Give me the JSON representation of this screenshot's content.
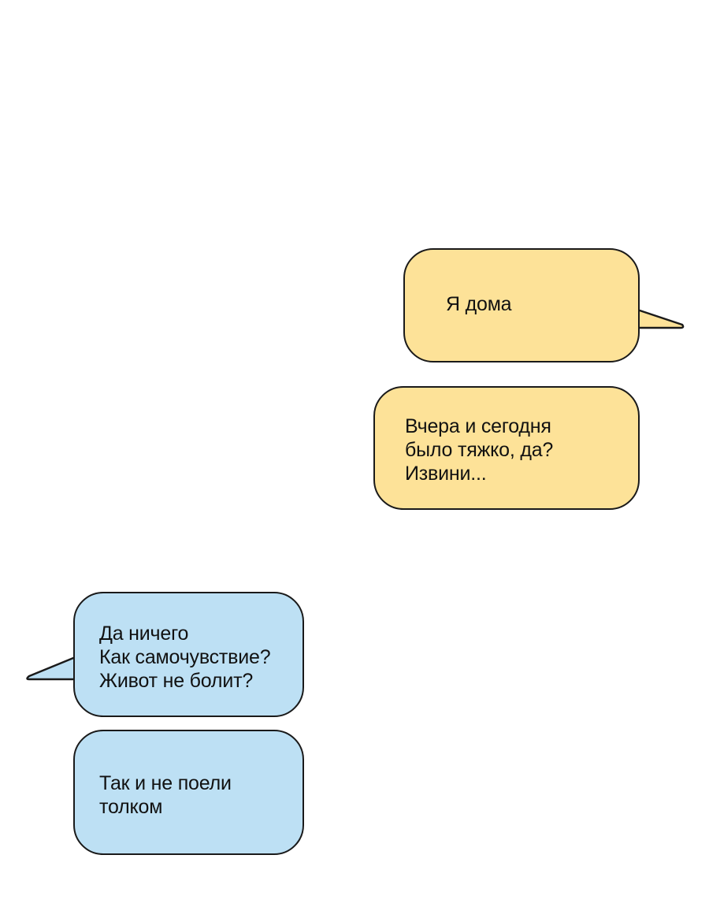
{
  "colors": {
    "outgoing_bubble": "#fde298",
    "incoming_bubble": "#bde0f4",
    "outline": "#1a1a1a",
    "text": "#111111"
  },
  "messages": [
    {
      "side": "right",
      "tail": true,
      "lines": [
        "Я дома"
      ]
    },
    {
      "side": "right",
      "tail": false,
      "lines": [
        "Вчера и сегодня",
        "было тяжко, да?",
        "Извини..."
      ]
    },
    {
      "side": "left",
      "tail": true,
      "lines": [
        "Да ничего",
        "Как самочувствие?",
        "Живот не болит?"
      ]
    },
    {
      "side": "left",
      "tail": false,
      "lines": [
        "Так и не поели",
        "толком"
      ]
    }
  ]
}
